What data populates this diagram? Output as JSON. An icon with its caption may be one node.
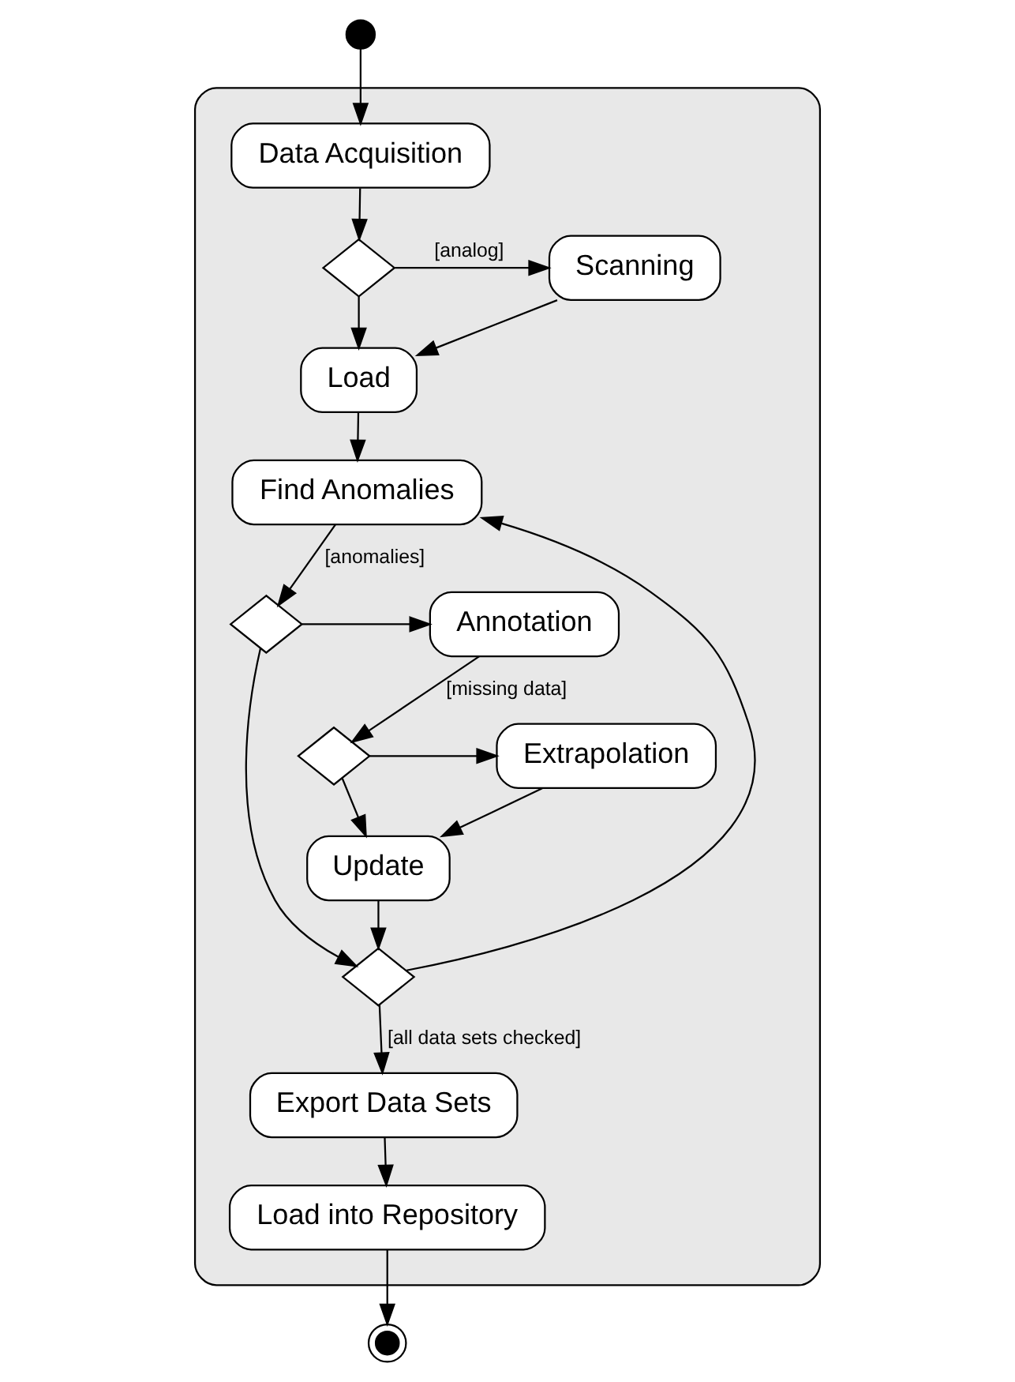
{
  "diagram": {
    "nodes": [
      {
        "text": [],
        "shape": "circle"
      },
      {
        "text": [],
        "shape": "box"
      },
      {
        "text": [
          "Data Acquisition"
        ],
        "in": 1
      },
      {
        "text": [],
        "shape": "diamond",
        "in": 1
      },
      {
        "text": [
          "Scanning"
        ],
        "in": 1
      },
      {
        "text": [
          "Load"
        ],
        "in": 1
      },
      {
        "text": [
          "Find Anomalies"
        ],
        "in": 1
      },
      {
        "text": [],
        "shape": "diamond",
        "in": 1
      },
      {
        "text": [
          "Annotation"
        ],
        "in": 1
      },
      {
        "text": [],
        "shape": "diamond",
        "in": 1
      },
      {
        "text": [
          "Extrapolation"
        ],
        "in": 1
      },
      {
        "text": [
          "Update"
        ],
        "in": 1
      },
      {
        "text": [],
        "shape": "diamond",
        "in": 1
      },
      {
        "text": [
          "Export Data Sets"
        ],
        "in": 1
      },
      {
        "text": [
          "Load into Repository"
        ],
        "in": 1
      },
      {
        "text": [],
        "shape": "circle"
      }
    ],
    "edges": [
      {
        "from": 0,
        "to": 2,
        "arrow": "to"
      },
      {
        "from": 2,
        "to": 3,
        "arrow": "to"
      },
      {
        "from": 3,
        "to": 4,
        "arrow": "to",
        "label": "[analog]"
      },
      {
        "from": 3,
        "to": 5,
        "arrow": "to"
      },
      {
        "from": 4,
        "to": 5,
        "arrow": "to"
      },
      {
        "from": 5,
        "to": 6,
        "arrow": "to"
      },
      {
        "from": 6,
        "to": 7,
        "arrow": "to",
        "label": "[anomalies]"
      },
      {
        "from": 7,
        "to": 8,
        "arrow": "to"
      },
      {
        "from": 7,
        "to": 12,
        "arrow": "to"
      },
      {
        "from": 8,
        "to": 9,
        "arrow": "to",
        "label": "[missing data]"
      },
      {
        "from": 9,
        "to": 10,
        "arrow": "to"
      },
      {
        "from": 9,
        "to": 11,
        "arrow": "to"
      },
      {
        "from": 10,
        "to": 11,
        "arrow": "to"
      },
      {
        "from": 11,
        "to": 12,
        "arrow": "to"
      },
      {
        "from": 12,
        "to": 6,
        "arrow": "to"
      },
      {
        "from": 12,
        "to": 13,
        "arrow": "to",
        "label": "[all data sets checked]"
      },
      {
        "from": 13,
        "to": 14,
        "arrow": "to"
      },
      {
        "from": 14,
        "to": 15,
        "arrow": "to"
      }
    ]
  }
}
